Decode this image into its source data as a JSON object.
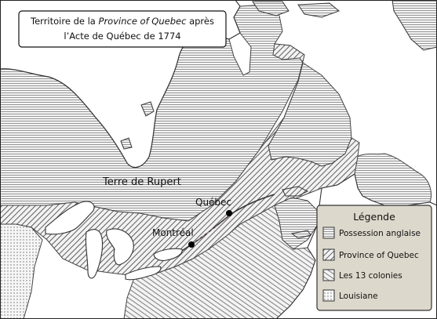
{
  "title": {
    "prefix": "Territoire de la ",
    "italic": "Province of Quebec",
    "suffix": " après",
    "line2": "l’Acte de Québec de 1774"
  },
  "places": {
    "rupert": "Terre de Rupert",
    "quebec": "Québec",
    "montreal": "Montréal"
  },
  "legend": {
    "title": "Légende",
    "items": [
      {
        "pattern": "possession-anglaise",
        "label": "Possession anglaise"
      },
      {
        "pattern": "province-quebec",
        "label": "Province of Quebec"
      },
      {
        "pattern": "treize-colonies",
        "label": "Les 13 colonies"
      },
      {
        "pattern": "louisiane",
        "label": "Louisiane"
      }
    ]
  },
  "colors": {
    "paper": "#ffffff",
    "legend_bg": "#ddd8cc",
    "ink": "#111111",
    "water": "#ffffff"
  }
}
